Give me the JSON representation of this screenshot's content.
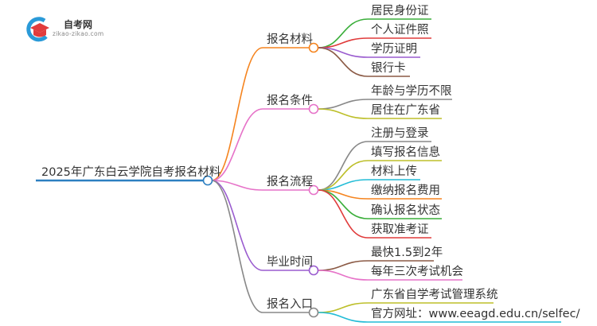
{
  "logo": {
    "title": "自考网",
    "url": "zikao-zikao.com"
  },
  "root": {
    "label": "2025年广东白云学院自考报名材料",
    "color": "#2d7fc1"
  },
  "branches": [
    {
      "label": "报名材料",
      "color": "#f5841f",
      "children": [
        {
          "label": "居民身份证",
          "color": "#3aae3a"
        },
        {
          "label": "个人证件照",
          "color": "#e03b3b"
        },
        {
          "label": "学历证明",
          "color": "#9a5ccf"
        },
        {
          "label": "银行卡",
          "color": "#8b5a45"
        }
      ]
    },
    {
      "label": "报名条件",
      "color": "#e672c8",
      "children": [
        {
          "label": "年龄与学历不限",
          "color": "#888888"
        },
        {
          "label": "居住在广东省",
          "color": "#bdbf2a"
        }
      ]
    },
    {
      "label": "报名流程",
      "color": "#e672c8",
      "children": [
        {
          "label": "注册与登录",
          "color": "#888888"
        },
        {
          "label": "填写报名信息",
          "color": "#bdbf2a"
        },
        {
          "label": "材料上传",
          "color": "#22bcd6"
        },
        {
          "label": "缴纳报名费用",
          "color": "#f5841f"
        },
        {
          "label": "确认报名状态",
          "color": "#3aae3a"
        },
        {
          "label": "获取准考证",
          "color": "#e03b3b"
        }
      ]
    },
    {
      "label": "毕业时间",
      "color": "#9a5ccf",
      "children": [
        {
          "label": "最快1.5到2年",
          "color": "#8b5a45"
        },
        {
          "label": "每年三次考试机会",
          "color": "#e672c8"
        }
      ]
    },
    {
      "label": "报名入口",
      "color": "#888888",
      "children": [
        {
          "label": "广东省自学考试管理系统",
          "color": "#bdbf2a"
        },
        {
          "label": "官方网址：www.eeagd.edu.cn/selfec/",
          "color": "#22bcd6"
        }
      ]
    }
  ]
}
